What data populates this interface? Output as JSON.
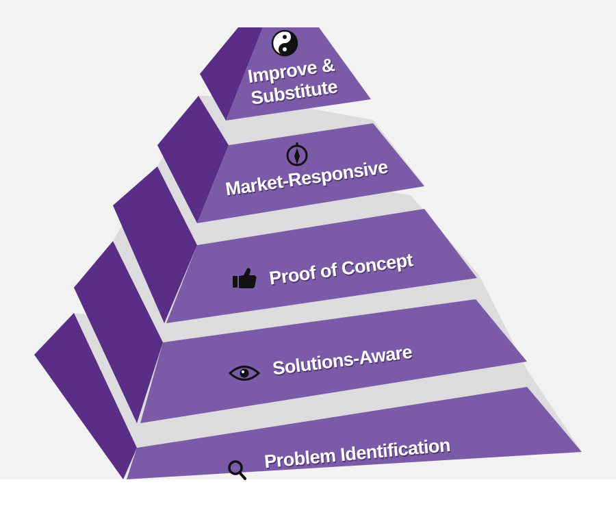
{
  "pyramid": {
    "tiers": [
      {
        "label_lines": [
          "Improve &",
          "Substitute"
        ],
        "icon": "yin-yang-icon"
      },
      {
        "label_lines": [
          "Market-Responsive"
        ],
        "icon": "compass-icon"
      },
      {
        "label_lines": [
          "Proof of Concept"
        ],
        "icon": "thumbs-up-icon"
      },
      {
        "label_lines": [
          "Solutions-Aware"
        ],
        "icon": "eye-icon"
      },
      {
        "label_lines": [
          "Problem Identification"
        ],
        "icon": "magnifier-icon"
      }
    ],
    "colors": {
      "background": "#f2f2f2",
      "front_face": "#7b5ba8",
      "side_face": "#5a2d86",
      "ledge": "#dcdcde",
      "label": "#ffffff",
      "icon": "#111111"
    }
  }
}
